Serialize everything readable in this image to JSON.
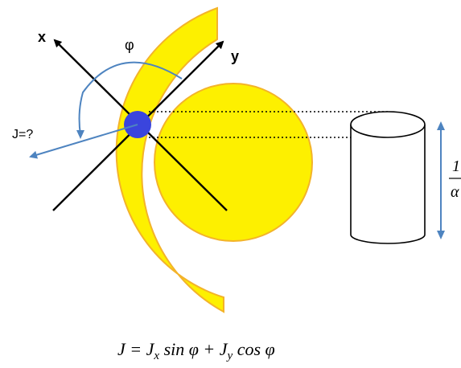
{
  "labels": {
    "x_axis": "x",
    "y_axis": "y",
    "angle": "φ",
    "flux": "J=?",
    "ratio_numerator": "1",
    "ratio_denominator": "α"
  },
  "formula": {
    "lhs": "J",
    "eq": " = ",
    "jx": "J",
    "jx_sub": "x",
    "sin": " sin ",
    "phi1": "φ",
    "plus": " + ",
    "jy": "J",
    "jy_sub": "y",
    "cos": " cos ",
    "phi2": "φ"
  },
  "colors": {
    "yellow_fill": "#fdf000",
    "yellow_stroke": "#f3b32a",
    "blue_dot": "#3a45dd",
    "arrow_blue": "#4e84c0",
    "axis": "#000000"
  }
}
